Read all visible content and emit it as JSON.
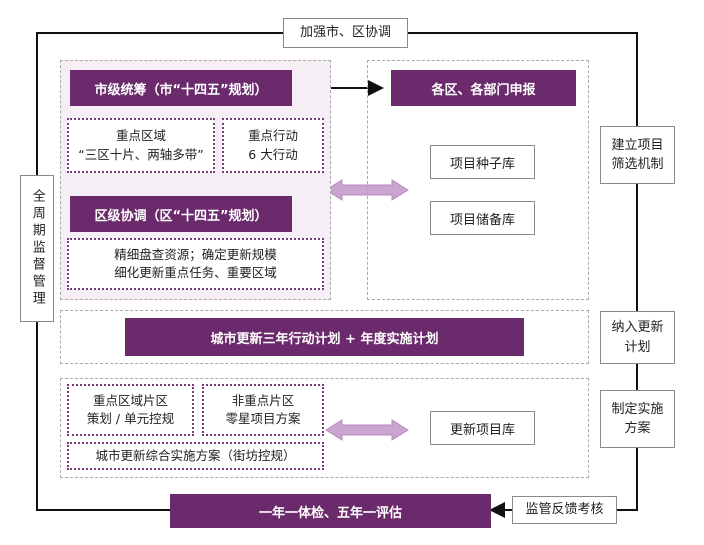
{
  "top_coord": "加强市、区协调",
  "left_side": "全周期监督管理",
  "right_1": "建立项目筛选机制",
  "right_2": "纳入更新计划",
  "right_3": "制定实施方案",
  "feedback": "监管反馈考核",
  "bottom_main": "一年一体检、五年一评估",
  "city_plan": "市级统筹（市“十四五”规划）",
  "district_plan": "区级协调（区“十四五”规划）",
  "key_area_1": "重点区域",
  "key_area_2": "“三区十片、两轴多带”",
  "key_action_1": "重点行动",
  "key_action_2": "6 大行动",
  "refine_1": "精细盘查资源；确定更新规模",
  "refine_2": "细化更新重点任务、重要区域",
  "apply": "各区、各部门申报",
  "seed_lib": "项目种子库",
  "reserve_lib": "项目储备库",
  "plan_bar": "城市更新三年行动计划 + 年度实施计划",
  "key_zone_1": "重点区域片区",
  "key_zone_2": "策划 / 单元控规",
  "nonkey_zone_1": "非重点片区",
  "nonkey_zone_2": "零星项目方案",
  "impl_plan": "城市更新综合实施方案（街坊控规）",
  "update_lib": "更新项目库",
  "colors": {
    "purple": "#6b2a6b",
    "light_purple_bg": "#f5eef5",
    "arrow_fill": "#cba5cf",
    "border_grey": "#8a8a8a"
  }
}
